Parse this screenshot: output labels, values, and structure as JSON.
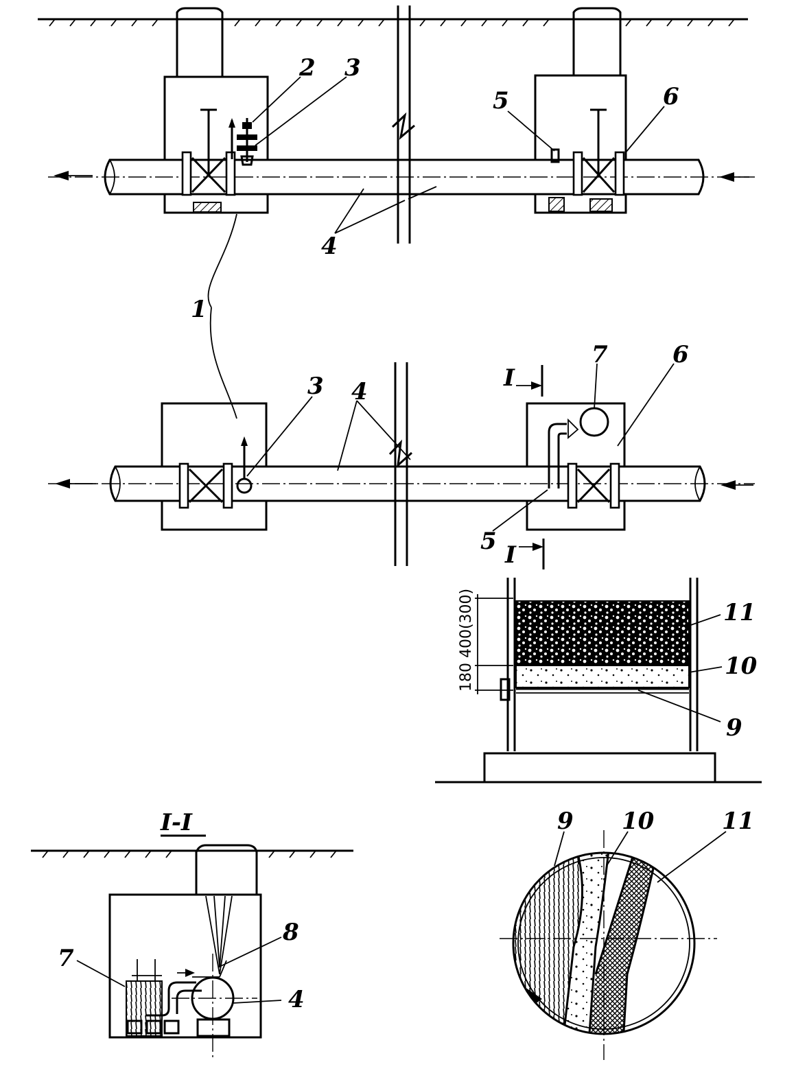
{
  "labels": {
    "n1": "1",
    "n2": "2",
    "n3a": "3",
    "n3b": "3",
    "n4a": "4",
    "n4b": "4",
    "n4c": "4",
    "n5a": "5",
    "n5b": "5",
    "n6a": "6",
    "n6b": "6",
    "n7a": "7",
    "n7b": "7",
    "n8": "8",
    "n9a": "9",
    "n9b": "9",
    "n10a": "10",
    "n10b": "10",
    "n11a": "11",
    "n11b": "11"
  },
  "section": {
    "mark_top": "I",
    "mark_bottom": "I",
    "title": "I-I"
  },
  "dimension": {
    "text": "180 400(300)"
  }
}
